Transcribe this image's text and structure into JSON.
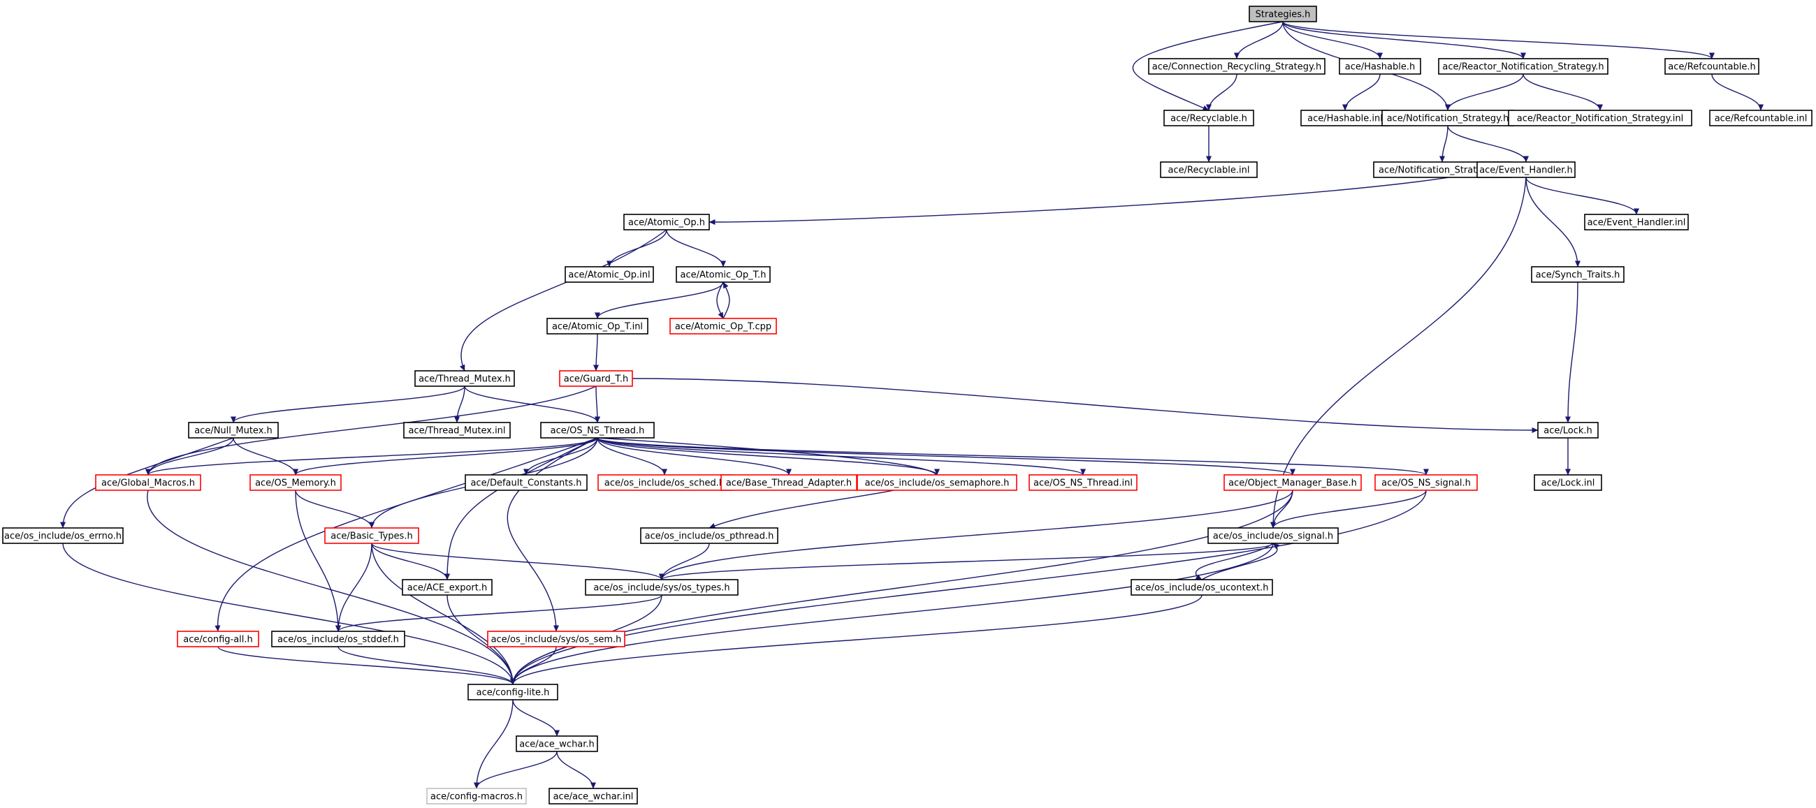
{
  "colors": {
    "edge": "#191970",
    "border_normal": "#000000",
    "border_incomplete": "#ff0000",
    "border_external": "#bfbfbf",
    "fill_root": "#bfbfbf",
    "fill_default": "#ffffff"
  },
  "nodes": [
    {
      "id": "strategies_h",
      "label": "Strategies.h",
      "kind": "root"
    },
    {
      "id": "conn_recycling_strategy_h",
      "label": "ace/Connection_Recycling_Strategy.h",
      "kind": "normal"
    },
    {
      "id": "hashable_h",
      "label": "ace/Hashable.h",
      "kind": "normal"
    },
    {
      "id": "reactor_notification_strategy_h",
      "label": "ace/Reactor_Notification_Strategy.h",
      "kind": "normal"
    },
    {
      "id": "refcountable_h",
      "label": "ace/Refcountable.h",
      "kind": "normal"
    },
    {
      "id": "recyclable_h",
      "label": "ace/Recyclable.h",
      "kind": "normal"
    },
    {
      "id": "hashable_inl",
      "label": "ace/Hashable.inl",
      "kind": "normal"
    },
    {
      "id": "notification_strategy_h",
      "label": "ace/Notification_Strategy.h",
      "kind": "normal"
    },
    {
      "id": "reactor_notification_strategy_inl",
      "label": "ace/Reactor_Notification_Strategy.inl",
      "kind": "normal"
    },
    {
      "id": "refcountable_inl",
      "label": "ace/Refcountable.inl",
      "kind": "normal"
    },
    {
      "id": "recyclable_inl",
      "label": "ace/Recyclable.inl",
      "kind": "normal"
    },
    {
      "id": "notification_strategy_inl",
      "label": "ace/Notification_Strategy.inl",
      "kind": "normal"
    },
    {
      "id": "event_handler_h",
      "label": "ace/Event_Handler.h",
      "kind": "normal"
    },
    {
      "id": "atomic_op_h",
      "label": "ace/Atomic_Op.h",
      "kind": "normal"
    },
    {
      "id": "event_handler_inl",
      "label": "ace/Event_Handler.inl",
      "kind": "normal"
    },
    {
      "id": "atomic_op_inl",
      "label": "ace/Atomic_Op.inl",
      "kind": "normal"
    },
    {
      "id": "atomic_op_t_h",
      "label": "ace/Atomic_Op_T.h",
      "kind": "normal"
    },
    {
      "id": "synch_traits_h",
      "label": "ace/Synch_Traits.h",
      "kind": "normal"
    },
    {
      "id": "atomic_op_t_inl",
      "label": "ace/Atomic_Op_T.inl",
      "kind": "normal"
    },
    {
      "id": "atomic_op_t_cpp",
      "label": "ace/Atomic_Op_T.cpp",
      "kind": "incomplete"
    },
    {
      "id": "thread_mutex_h",
      "label": "ace/Thread_Mutex.h",
      "kind": "normal"
    },
    {
      "id": "guard_t_h",
      "label": "ace/Guard_T.h",
      "kind": "incomplete"
    },
    {
      "id": "null_mutex_h",
      "label": "ace/Null_Mutex.h",
      "kind": "normal"
    },
    {
      "id": "thread_mutex_inl",
      "label": "ace/Thread_Mutex.inl",
      "kind": "normal"
    },
    {
      "id": "os_ns_thread_h",
      "label": "ace/OS_NS_Thread.h",
      "kind": "normal"
    },
    {
      "id": "lock_h",
      "label": "ace/Lock.h",
      "kind": "normal"
    },
    {
      "id": "global_macros_h",
      "label": "ace/Global_Macros.h",
      "kind": "incomplete"
    },
    {
      "id": "os_memory_h",
      "label": "ace/OS_Memory.h",
      "kind": "incomplete"
    },
    {
      "id": "default_constants_h",
      "label": "ace/Default_Constants.h",
      "kind": "normal"
    },
    {
      "id": "os_sched_h",
      "label": "ace/os_include/os_sched.h",
      "kind": "incomplete"
    },
    {
      "id": "base_thread_adapter_h",
      "label": "ace/Base_Thread_Adapter.h",
      "kind": "incomplete"
    },
    {
      "id": "os_semaphore_h",
      "label": "ace/os_include/os_semaphore.h",
      "kind": "incomplete"
    },
    {
      "id": "os_ns_thread_inl",
      "label": "ace/OS_NS_Thread.inl",
      "kind": "incomplete"
    },
    {
      "id": "object_manager_base_h",
      "label": "ace/Object_Manager_Base.h",
      "kind": "incomplete"
    },
    {
      "id": "os_ns_signal_h",
      "label": "ace/OS_NS_signal.h",
      "kind": "incomplete"
    },
    {
      "id": "lock_inl",
      "label": "ace/Lock.inl",
      "kind": "normal"
    },
    {
      "id": "os_errno_h",
      "label": "ace/os_include/os_errno.h",
      "kind": "normal"
    },
    {
      "id": "basic_types_h",
      "label": "ace/Basic_Types.h",
      "kind": "incomplete"
    },
    {
      "id": "os_pthread_h",
      "label": "ace/os_include/os_pthread.h",
      "kind": "normal"
    },
    {
      "id": "os_signal_h",
      "label": "ace/os_include/os_signal.h",
      "kind": "normal"
    },
    {
      "id": "ace_export_h",
      "label": "ace/ACE_export.h",
      "kind": "normal"
    },
    {
      "id": "os_types_h",
      "label": "ace/os_include/sys/os_types.h",
      "kind": "normal"
    },
    {
      "id": "os_ucontext_h",
      "label": "ace/os_include/os_ucontext.h",
      "kind": "normal"
    },
    {
      "id": "config_all_h",
      "label": "ace/config-all.h",
      "kind": "incomplete"
    },
    {
      "id": "os_stddef_h",
      "label": "ace/os_include/os_stddef.h",
      "kind": "normal"
    },
    {
      "id": "os_sem_h",
      "label": "ace/os_include/sys/os_sem.h",
      "kind": "incomplete"
    },
    {
      "id": "config_lite_h",
      "label": "ace/config-lite.h",
      "kind": "normal"
    },
    {
      "id": "ace_wchar_h",
      "label": "ace/ace_wchar.h",
      "kind": "normal"
    },
    {
      "id": "config_macros_h",
      "label": "ace/config-macros.h",
      "kind": "external"
    },
    {
      "id": "ace_wchar_inl",
      "label": "ace/ace_wchar.inl",
      "kind": "normal"
    }
  ],
  "edges": [
    [
      "strategies_h",
      "conn_recycling_strategy_h"
    ],
    [
      "strategies_h",
      "recyclable_h"
    ],
    [
      "strategies_h",
      "hashable_h"
    ],
    [
      "strategies_h",
      "notification_strategy_h"
    ],
    [
      "strategies_h",
      "reactor_notification_strategy_h"
    ],
    [
      "strategies_h",
      "refcountable_h"
    ],
    [
      "conn_recycling_strategy_h",
      "recyclable_h"
    ],
    [
      "hashable_h",
      "hashable_inl"
    ],
    [
      "reactor_notification_strategy_h",
      "notification_strategy_h"
    ],
    [
      "reactor_notification_strategy_h",
      "reactor_notification_strategy_inl"
    ],
    [
      "refcountable_h",
      "refcountable_inl"
    ],
    [
      "recyclable_h",
      "recyclable_inl"
    ],
    [
      "notification_strategy_h",
      "notification_strategy_inl"
    ],
    [
      "notification_strategy_h",
      "event_handler_h"
    ],
    [
      "event_handler_h",
      "atomic_op_h"
    ],
    [
      "event_handler_h",
      "event_handler_inl"
    ],
    [
      "event_handler_h",
      "synch_traits_h"
    ],
    [
      "event_handler_h",
      "os_signal_h"
    ],
    [
      "atomic_op_h",
      "atomic_op_inl"
    ],
    [
      "atomic_op_h",
      "atomic_op_t_h"
    ],
    [
      "atomic_op_h",
      "thread_mutex_h"
    ],
    [
      "atomic_op_t_h",
      "atomic_op_t_inl"
    ],
    [
      "atomic_op_t_h",
      "atomic_op_t_cpp"
    ],
    [
      "atomic_op_t_cpp",
      "atomic_op_t_h"
    ],
    [
      "atomic_op_t_inl",
      "guard_t_h"
    ],
    [
      "synch_traits_h",
      "lock_h"
    ],
    [
      "guard_t_h",
      "os_ns_thread_h"
    ],
    [
      "guard_t_h",
      "lock_h"
    ],
    [
      "guard_t_h",
      "global_macros_h"
    ],
    [
      "thread_mutex_h",
      "null_mutex_h"
    ],
    [
      "thread_mutex_h",
      "thread_mutex_inl"
    ],
    [
      "thread_mutex_h",
      "os_ns_thread_h"
    ],
    [
      "lock_h",
      "lock_inl"
    ],
    [
      "null_mutex_h",
      "global_macros_h"
    ],
    [
      "null_mutex_h",
      "os_memory_h"
    ],
    [
      "null_mutex_h",
      "os_errno_h"
    ],
    [
      "os_ns_thread_h",
      "global_macros_h"
    ],
    [
      "os_ns_thread_h",
      "os_memory_h"
    ],
    [
      "os_ns_thread_h",
      "basic_types_h"
    ],
    [
      "os_ns_thread_h",
      "ace_export_h"
    ],
    [
      "os_ns_thread_h",
      "config_all_h"
    ],
    [
      "os_ns_thread_h",
      "default_constants_h"
    ],
    [
      "os_ns_thread_h",
      "os_sched_h"
    ],
    [
      "os_ns_thread_h",
      "base_thread_adapter_h"
    ],
    [
      "os_ns_thread_h",
      "os_semaphore_h"
    ],
    [
      "os_ns_thread_h",
      "os_ns_thread_inl"
    ],
    [
      "os_ns_thread_h",
      "object_manager_base_h"
    ],
    [
      "os_ns_thread_h",
      "os_ns_signal_h"
    ],
    [
      "os_ns_thread_h",
      "os_sem_h"
    ],
    [
      "os_ns_thread_h",
      "os_pthread_h"
    ],
    [
      "global_macros_h",
      "config_lite_h"
    ],
    [
      "os_memory_h",
      "basic_types_h"
    ],
    [
      "os_memory_h",
      "os_stddef_h"
    ],
    [
      "os_errno_h",
      "config_lite_h"
    ],
    [
      "object_manager_base_h",
      "os_signal_h"
    ],
    [
      "object_manager_base_h",
      "os_types_h"
    ],
    [
      "object_manager_base_h",
      "config_lite_h"
    ],
    [
      "os_ns_signal_h",
      "os_signal_h"
    ],
    [
      "os_ns_signal_h",
      "config_lite_h"
    ],
    [
      "basic_types_h",
      "ace_export_h"
    ],
    [
      "basic_types_h",
      "os_types_h"
    ],
    [
      "basic_types_h",
      "os_stddef_h"
    ],
    [
      "basic_types_h",
      "config_lite_h"
    ],
    [
      "os_pthread_h",
      "os_types_h"
    ],
    [
      "os_signal_h",
      "os_types_h"
    ],
    [
      "os_signal_h",
      "os_ucontext_h"
    ],
    [
      "os_signal_h",
      "config_lite_h"
    ],
    [
      "os_ucontext_h",
      "os_signal_h"
    ],
    [
      "os_ucontext_h",
      "config_lite_h"
    ],
    [
      "ace_export_h",
      "config_lite_h"
    ],
    [
      "os_types_h",
      "os_stddef_h"
    ],
    [
      "os_types_h",
      "config_lite_h"
    ],
    [
      "config_all_h",
      "config_lite_h"
    ],
    [
      "os_stddef_h",
      "config_lite_h"
    ],
    [
      "os_sem_h",
      "config_lite_h"
    ],
    [
      "config_lite_h",
      "ace_wchar_h"
    ],
    [
      "config_lite_h",
      "config_macros_h"
    ],
    [
      "ace_wchar_h",
      "config_macros_h"
    ],
    [
      "ace_wchar_h",
      "ace_wchar_inl"
    ]
  ]
}
